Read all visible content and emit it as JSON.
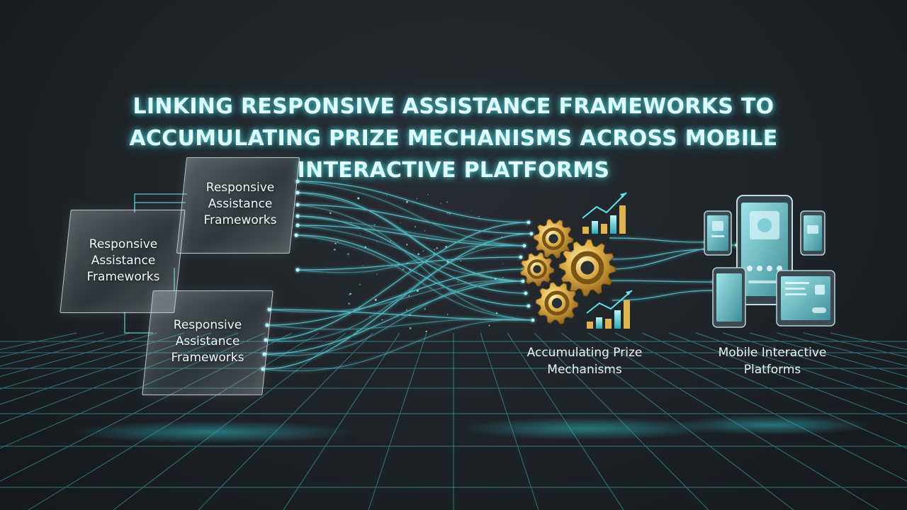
{
  "title": {
    "line1": "LINKING RESPONSIVE ASSISTANCE FRAMEWORKS TO",
    "line2": "ACCUMULATING PRIZE MECHANISMS ACROSS MOBILE",
    "line3": "INTERACTIVE PLATFORMS"
  },
  "frameworks": {
    "panels": [
      {
        "label": "Responsive Assistance Frameworks"
      },
      {
        "label": "Responsive Assistance Frameworks"
      },
      {
        "label": "Responsive Assistance Frameworks"
      }
    ]
  },
  "prize": {
    "label_line1": "Accumulating Prize",
    "label_line2": "Mechanisms"
  },
  "mobile": {
    "label_line1": "Mobile Interactive",
    "label_line2": "Platforms"
  },
  "icons": {
    "gears": "gear-icon",
    "bar_chart": "bar-chart-icon",
    "devices": "mobile-device-icon"
  },
  "colors": {
    "accent_cyan": "#5fe4ea",
    "gold": "#d9ad46",
    "screen_teal": "#78c9d1"
  }
}
